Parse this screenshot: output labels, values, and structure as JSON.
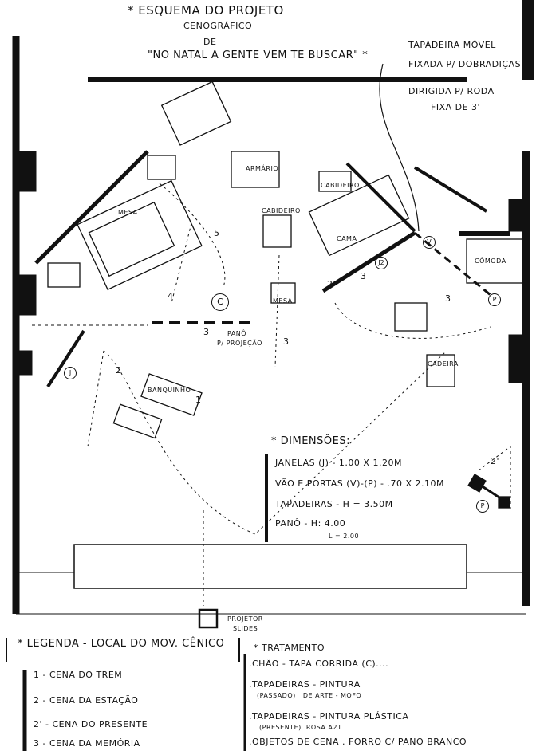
{
  "title": {
    "line1": "* Esquema do Projeto",
    "line2": "Cenográfico",
    "line3": "de",
    "line4": "\"No Natal a gente vem te buscar\" *"
  },
  "note": {
    "line1": "Tapadeira móvel",
    "line2": "fixada p/ dobradiças",
    "line3": "dirigida p/ roda",
    "line4": "fixa de 3'"
  },
  "furniture": {
    "mesa_left": "Mesa",
    "armario": "Armário",
    "cabideiro_center": "Cabideiro",
    "cabideiro_right": "Cabideiro",
    "cama": "Cama",
    "comoda": "Cômoda",
    "mesa_center": "Mesa",
    "cadeira": "Cadeira",
    "banquinho": "Banquinho",
    "pano": "Panô",
    "pano_sub": "p/ projeção",
    "projetor": "Projetor",
    "projetor_sub": "slides"
  },
  "markers": {
    "c": "C",
    "j": "J",
    "v": "V",
    "p": "P",
    "p2": "P",
    "n1": "1",
    "n2": "2",
    "n2b": "2'",
    "n2c": "2'",
    "n3a": "3",
    "n3b": "3",
    "n3c": "3",
    "n3d": "3",
    "n4": "4",
    "n5": "5",
    "nj2": "J2"
  },
  "dimensions": {
    "heading": "* Dimensões:",
    "items": [
      "Janelas (J) - 1.00 x 1.20m",
      "Vão e portas (V)-(P) - .70 x 2.10m",
      "Tapadeiras - H = 3.50m",
      "Panô - H: 4.00"
    ],
    "pano_l": "L = 2.00"
  },
  "legend": {
    "heading": "* Legenda - Local do mov. cênico",
    "items": [
      "1 - Cena do trem",
      "2 - Cena da estação",
      "2' - Cena do presente",
      "3 - Cena da memória"
    ]
  },
  "treatment": {
    "heading": "* Tratamento",
    "items": [
      ".Chão - Tapa corrida (C)....",
      ".Tapadeiras - Pintura",
      "(passado)   de arte - mofo",
      ".Tapadeiras - Pintura plástica",
      "(presente)  rosa A21",
      ".Objetos de cena . Forro c/ pano branco"
    ]
  }
}
